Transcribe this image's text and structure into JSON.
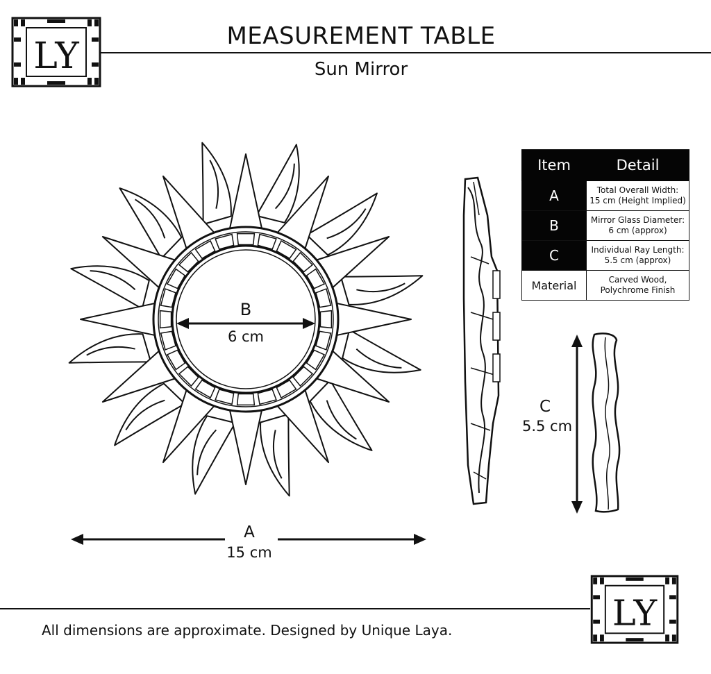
{
  "header": {
    "title": "MEASUREMENT TABLE",
    "subtitle": "Sun Mirror",
    "logo_text": "LY"
  },
  "spec_table": {
    "col_item": "Item",
    "col_detail": "Detail",
    "rows": [
      {
        "item": "A",
        "detail_line1": "Total Overall Width:",
        "detail_line2": "15 cm (Height Implied)"
      },
      {
        "item": "B",
        "detail_line1": "Mirror Glass Diameter:",
        "detail_line2": "6 cm (approx)"
      },
      {
        "item": "C",
        "detail_line1": "Individual Ray Length:",
        "detail_line2": "5.5 cm (approx)"
      },
      {
        "item": "Material",
        "detail_line1": "Carved Wood,",
        "detail_line2": "Polychrome Finish"
      }
    ]
  },
  "dimensions": {
    "a": {
      "letter": "A",
      "value": "15 cm"
    },
    "b": {
      "letter": "B",
      "value": "6 cm"
    },
    "c": {
      "letter": "C",
      "value": "5.5 cm"
    }
  },
  "footer": {
    "note": "All dimensions are approximate. Designed by Unique Laya.",
    "logo_text": "LY"
  }
}
